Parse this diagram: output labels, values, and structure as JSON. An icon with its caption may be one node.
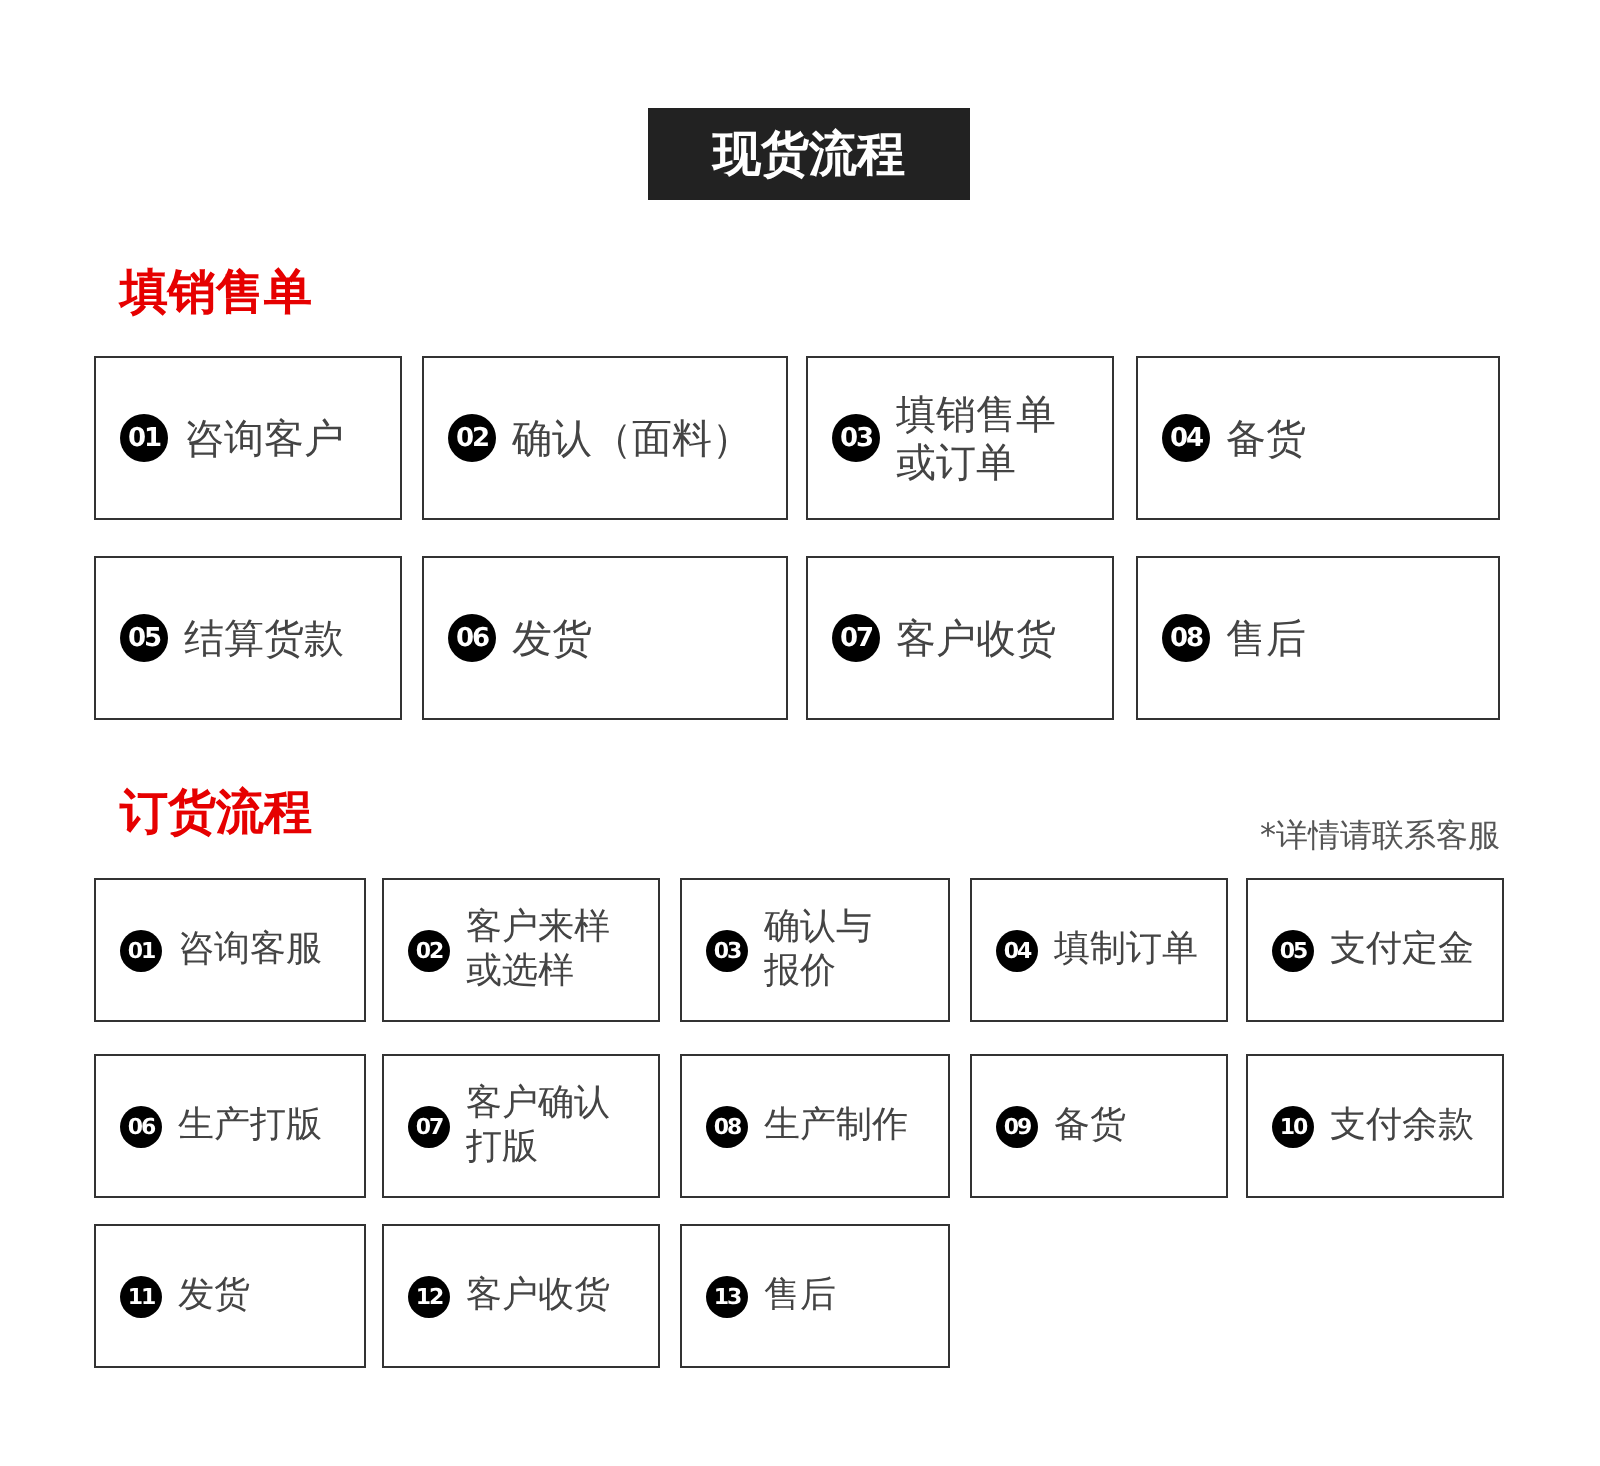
{
  "diagram": {
    "title": "现货流程",
    "nodes": [
      {
        "text": [
          "01",
          "咨询客户"
        ]
      },
      {
        "text": [
          "02",
          "确认（面料）"
        ]
      },
      {
        "text": [
          "03",
          "填销售单或订单"
        ]
      },
      {
        "text": [
          "04",
          "备货"
        ]
      },
      {
        "text": [
          "05",
          "结算货款"
        ]
      },
      {
        "text": [
          "06",
          "发货"
        ]
      },
      {
        "text": [
          "07",
          "客户收货"
        ]
      },
      {
        "text": [
          "08",
          "售后"
        ]
      },
      {
        "text": [
          "01",
          "咨询客服"
        ]
      },
      {
        "text": [
          "02",
          "客户来样或选样"
        ]
      },
      {
        "text": [
          "03",
          "确认与报价"
        ]
      },
      {
        "text": [
          "04",
          "填制订单"
        ]
      },
      {
        "text": [
          "05",
          "支付定金"
        ]
      },
      {
        "text": [
          "06",
          "生产打版"
        ]
      },
      {
        "text": [
          "07",
          "客户确认打版"
        ]
      },
      {
        "text": [
          "08",
          "生产制作"
        ]
      },
      {
        "text": [
          "09",
          "备货"
        ]
      },
      {
        "text": [
          "10",
          "支付余款"
        ]
      },
      {
        "text": [
          "11",
          "发货"
        ]
      },
      {
        "text": [
          "12",
          "客户收货"
        ]
      },
      {
        "text": [
          "13",
          "售后"
        ]
      }
    ],
    "edges": [],
    "labels": [
      "填销售单",
      "订货流程",
      "*详情请联系客服"
    ]
  }
}
